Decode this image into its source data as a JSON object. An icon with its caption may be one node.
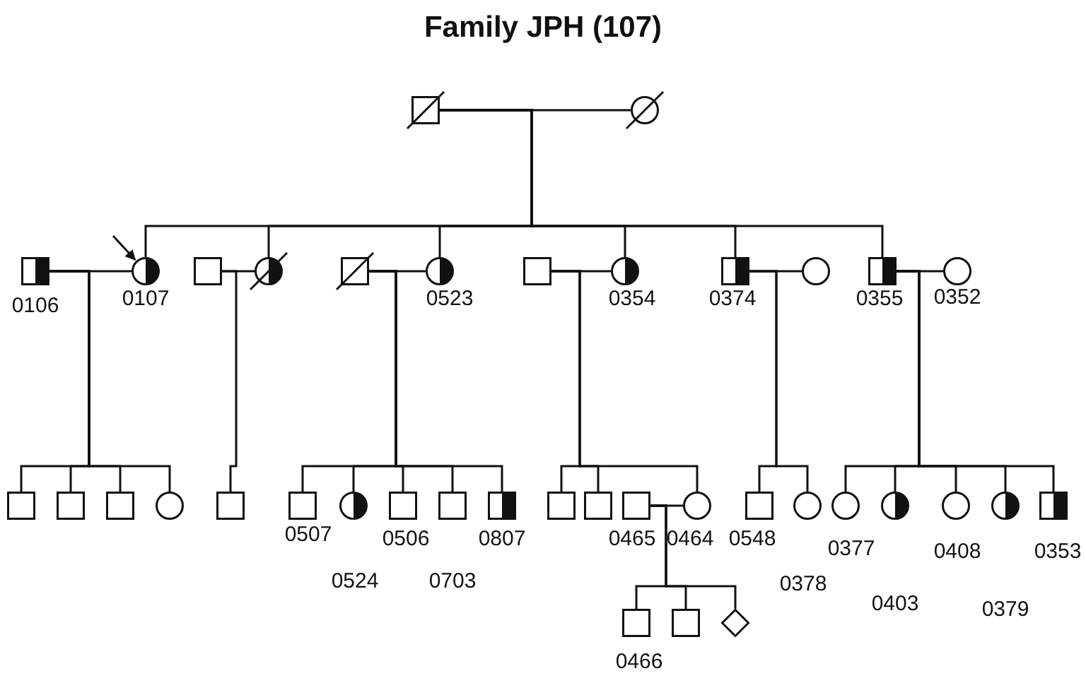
{
  "diagram": {
    "title": "Family JPH (107)",
    "nodes": [
      {
        "text": [],
        "shape": "square"
      },
      {
        "text": [],
        "shape": "circle"
      },
      {
        "text": [],
        "shape": "square",
        "beside": [
          "0106"
        ]
      },
      {
        "text": [],
        "shape": "circle",
        "beside": [
          "0107"
        ]
      },
      {
        "text": [],
        "shape": "square"
      },
      {
        "text": [],
        "shape": "circle"
      },
      {
        "text": [],
        "shape": "square"
      },
      {
        "text": [],
        "shape": "circle",
        "beside": [
          "0523"
        ]
      },
      {
        "text": [],
        "shape": "square"
      },
      {
        "text": [],
        "shape": "circle",
        "beside": [
          "0354"
        ]
      },
      {
        "text": [],
        "shape": "square",
        "beside": [
          "0374"
        ]
      },
      {
        "text": [],
        "shape": "circle"
      },
      {
        "text": [],
        "shape": "square",
        "beside": [
          "0355"
        ]
      },
      {
        "text": [],
        "shape": "circle",
        "beside": [
          "0352"
        ]
      },
      {
        "text": [],
        "shape": "square"
      },
      {
        "text": [],
        "shape": "square"
      },
      {
        "text": [],
        "shape": "square"
      },
      {
        "text": [],
        "shape": "circle"
      },
      {
        "text": [],
        "shape": "square"
      },
      {
        "text": [],
        "shape": "square",
        "beside": [
          "0507"
        ]
      },
      {
        "text": [],
        "shape": "circle",
        "beside": [
          "0524"
        ]
      },
      {
        "text": [],
        "shape": "square",
        "beside": [
          "0506"
        ]
      },
      {
        "text": [],
        "shape": "square",
        "beside": [
          "0703"
        ]
      },
      {
        "text": [],
        "shape": "square",
        "beside": [
          "0807"
        ]
      },
      {
        "text": [],
        "shape": "square"
      },
      {
        "text": [],
        "shape": "square"
      },
      {
        "text": [],
        "shape": "square",
        "beside": [
          "0465"
        ]
      },
      {
        "text": [],
        "shape": "circle",
        "beside": [
          "0464"
        ]
      },
      {
        "text": [],
        "shape": "square",
        "beside": [
          "0548"
        ]
      },
      {
        "text": [],
        "shape": "circle",
        "beside": [
          "0378"
        ]
      },
      {
        "text": [],
        "shape": "circle",
        "beside": [
          "0377"
        ]
      },
      {
        "text": [],
        "shape": "circle",
        "beside": [
          "0403"
        ]
      },
      {
        "text": [],
        "shape": "circle",
        "beside": [
          "0408"
        ]
      },
      {
        "text": [],
        "shape": "circle",
        "beside": [
          "0379"
        ]
      },
      {
        "text": [],
        "shape": "square",
        "beside": [
          "0353"
        ]
      },
      {
        "text": [],
        "shape": "square",
        "beside": [
          "0466"
        ]
      },
      {
        "text": [],
        "shape": "square"
      },
      {
        "text": [],
        "shape": "diamond"
      }
    ],
    "edges": [
      {
        "from": 0,
        "to": 1,
        "arrow": "none"
      },
      {
        "from": 0,
        "to": 3,
        "arrow": "none"
      },
      {
        "from": 0,
        "to": 5,
        "arrow": "none"
      },
      {
        "from": 0,
        "to": 7,
        "arrow": "none"
      },
      {
        "from": 0,
        "to": 9,
        "arrow": "none"
      },
      {
        "from": 0,
        "to": 10,
        "arrow": "none"
      },
      {
        "from": 0,
        "to": 12,
        "arrow": "none"
      },
      {
        "from": null,
        "to": 3,
        "arrow": "to"
      },
      {
        "from": 2,
        "to": 3,
        "arrow": "none"
      },
      {
        "from": 4,
        "to": 5,
        "arrow": "none"
      },
      {
        "from": 6,
        "to": 7,
        "arrow": "none"
      },
      {
        "from": 8,
        "to": 9,
        "arrow": "none"
      },
      {
        "from": 10,
        "to": 11,
        "arrow": "none"
      },
      {
        "from": 12,
        "to": 13,
        "arrow": "none"
      },
      {
        "from": 2,
        "to": 14,
        "arrow": "none"
      },
      {
        "from": 2,
        "to": 15,
        "arrow": "none"
      },
      {
        "from": 2,
        "to": 16,
        "arrow": "none"
      },
      {
        "from": 2,
        "to": 17,
        "arrow": "none"
      },
      {
        "from": 4,
        "to": 18,
        "arrow": "none"
      },
      {
        "from": 6,
        "to": 19,
        "arrow": "none"
      },
      {
        "from": 6,
        "to": 20,
        "arrow": "none"
      },
      {
        "from": 6,
        "to": 21,
        "arrow": "none"
      },
      {
        "from": 6,
        "to": 22,
        "arrow": "none"
      },
      {
        "from": 6,
        "to": 23,
        "arrow": "none"
      },
      {
        "from": 8,
        "to": 24,
        "arrow": "none"
      },
      {
        "from": 8,
        "to": 25,
        "arrow": "none"
      },
      {
        "from": 8,
        "to": 27,
        "arrow": "none"
      },
      {
        "from": 26,
        "to": 27,
        "arrow": "none"
      },
      {
        "from": 10,
        "to": 28,
        "arrow": "none"
      },
      {
        "from": 10,
        "to": 29,
        "arrow": "none"
      },
      {
        "from": 12,
        "to": 30,
        "arrow": "none"
      },
      {
        "from": 12,
        "to": 31,
        "arrow": "none"
      },
      {
        "from": 12,
        "to": 32,
        "arrow": "none"
      },
      {
        "from": 12,
        "to": 33,
        "arrow": "none"
      },
      {
        "from": 12,
        "to": 34,
        "arrow": "none"
      },
      {
        "from": 26,
        "to": 35,
        "arrow": "none"
      },
      {
        "from": 26,
        "to": 36,
        "arrow": "none"
      },
      {
        "from": 26,
        "to": 37,
        "arrow": "none"
      }
    ]
  }
}
